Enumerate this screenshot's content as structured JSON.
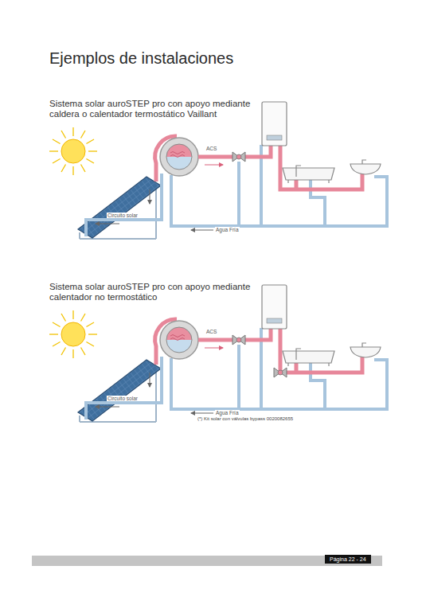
{
  "diagram": {
    "title": "Ejemplos de instalaciones",
    "labels": [
      "Sistema solar auroSTEP pro con apoyo mediante caldera o calentador termostático Vaillant",
      "ACS",
      "Circuito solar",
      "Agua Fría",
      "Sistema solar auroSTEP pro con apoyo mediante calentador no termostático",
      "ACS",
      "Circuito solar",
      "Agua Fría",
      "(*) Kit solar con válvulas bypass 0020082655",
      "Página 22 - 24"
    ]
  }
}
